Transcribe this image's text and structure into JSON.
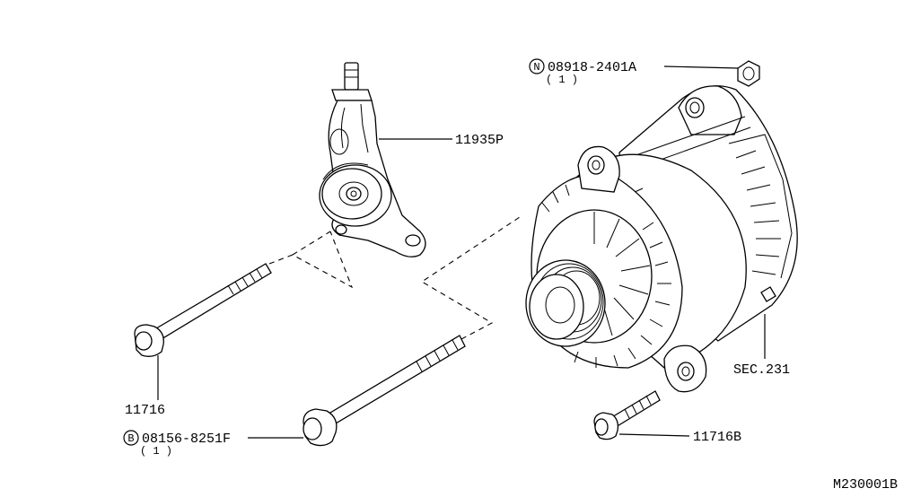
{
  "callouts": {
    "nut": {
      "prefix": "N",
      "code": "08918-2401A",
      "qty": "( 1 )"
    },
    "bracket": {
      "code": "11935P"
    },
    "bolt_long": {
      "code": "11716"
    },
    "bolt_lower": {
      "prefix": "B",
      "code": "08156-8251F",
      "qty": "( 1 )"
    },
    "alternator": {
      "code": "SEC.231"
    },
    "bolt_short": {
      "code": "11716B"
    }
  },
  "diagram_id": "M230001B"
}
